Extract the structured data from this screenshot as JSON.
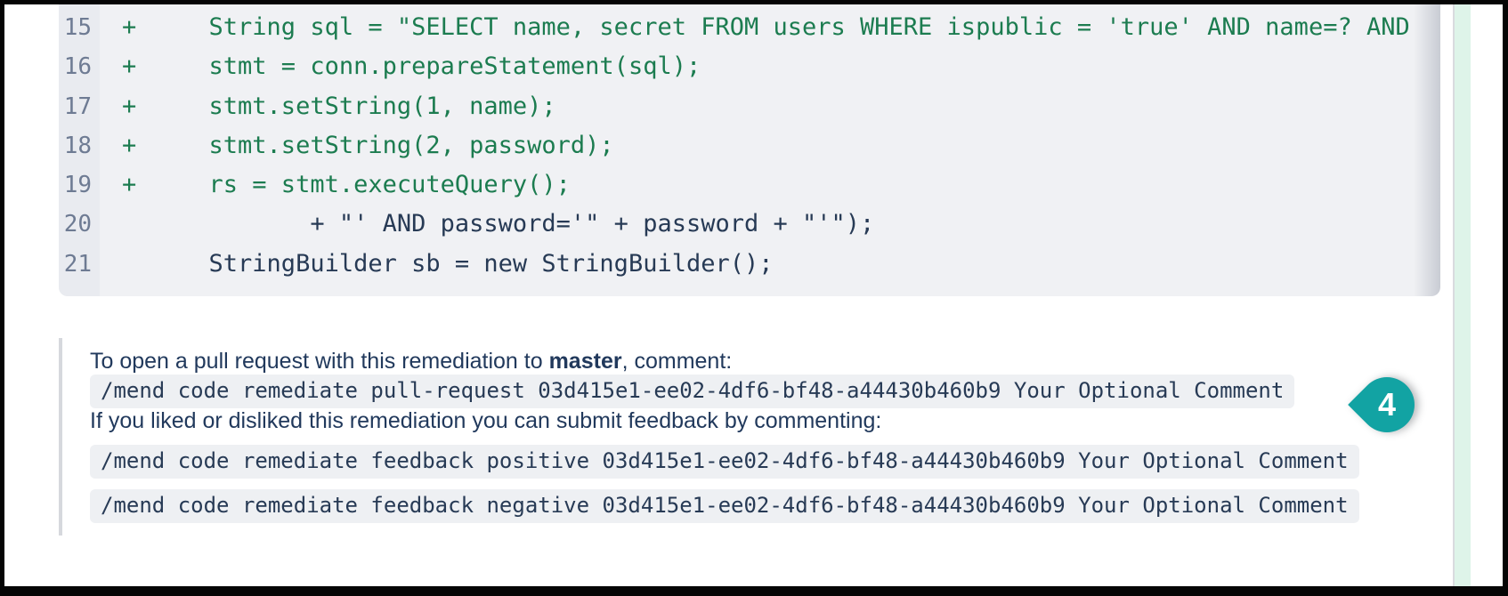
{
  "colors": {
    "badge_teal": "#12a3a3",
    "added_line_green": "#1c7c50",
    "code_text_navy": "#273a55",
    "body_text_navy": "#21395c",
    "line_number_slate": "#6e7b93",
    "code_block_bg": "#f0f1f4",
    "gutter_bg": "#e9ebf0",
    "chip_bg": "#eef0f3",
    "scroll_stripe_mint": "#def4e9"
  },
  "diff": {
    "lines": [
      {
        "num": "15",
        "added": true,
        "display": "+     String sql = \"SELECT name, secret FROM users WHERE ispublic = 'true' AND name=? AND"
      },
      {
        "num": "16",
        "added": true,
        "display": "+     stmt = conn.prepareStatement(sql);"
      },
      {
        "num": "17",
        "added": true,
        "display": "+     stmt.setString(1, name);"
      },
      {
        "num": "18",
        "added": true,
        "display": "+     stmt.setString(2, password);"
      },
      {
        "num": "19",
        "added": true,
        "display": "+     rs = stmt.executeQuery();"
      },
      {
        "num": "20",
        "added": false,
        "display": "             + \"' AND password='\" + password + \"'\");"
      },
      {
        "num": "21",
        "added": false,
        "display": "      StringBuilder sb = new StringBuilder();"
      }
    ]
  },
  "comment": {
    "pr_instruction_prefix": "To open a pull request with this remediation to ",
    "branch_name": "master",
    "pr_instruction_suffix": ", comment:",
    "pr_command": "/mend code remediate pull-request 03d415e1-ee02-4df6-bf48-a44430b460b9 Your Optional Comment",
    "feedback_instruction": "If you liked or disliked this remediation you can submit feedback by commenting:",
    "feedback_positive_command": "/mend code remediate feedback positive 03d415e1-ee02-4df6-bf48-a44430b460b9 Your Optional Comment",
    "feedback_negative_command": "/mend code remediate feedback negative 03d415e1-ee02-4df6-bf48-a44430b460b9 Your Optional Comment"
  },
  "annotation": {
    "badge_label": "4"
  }
}
